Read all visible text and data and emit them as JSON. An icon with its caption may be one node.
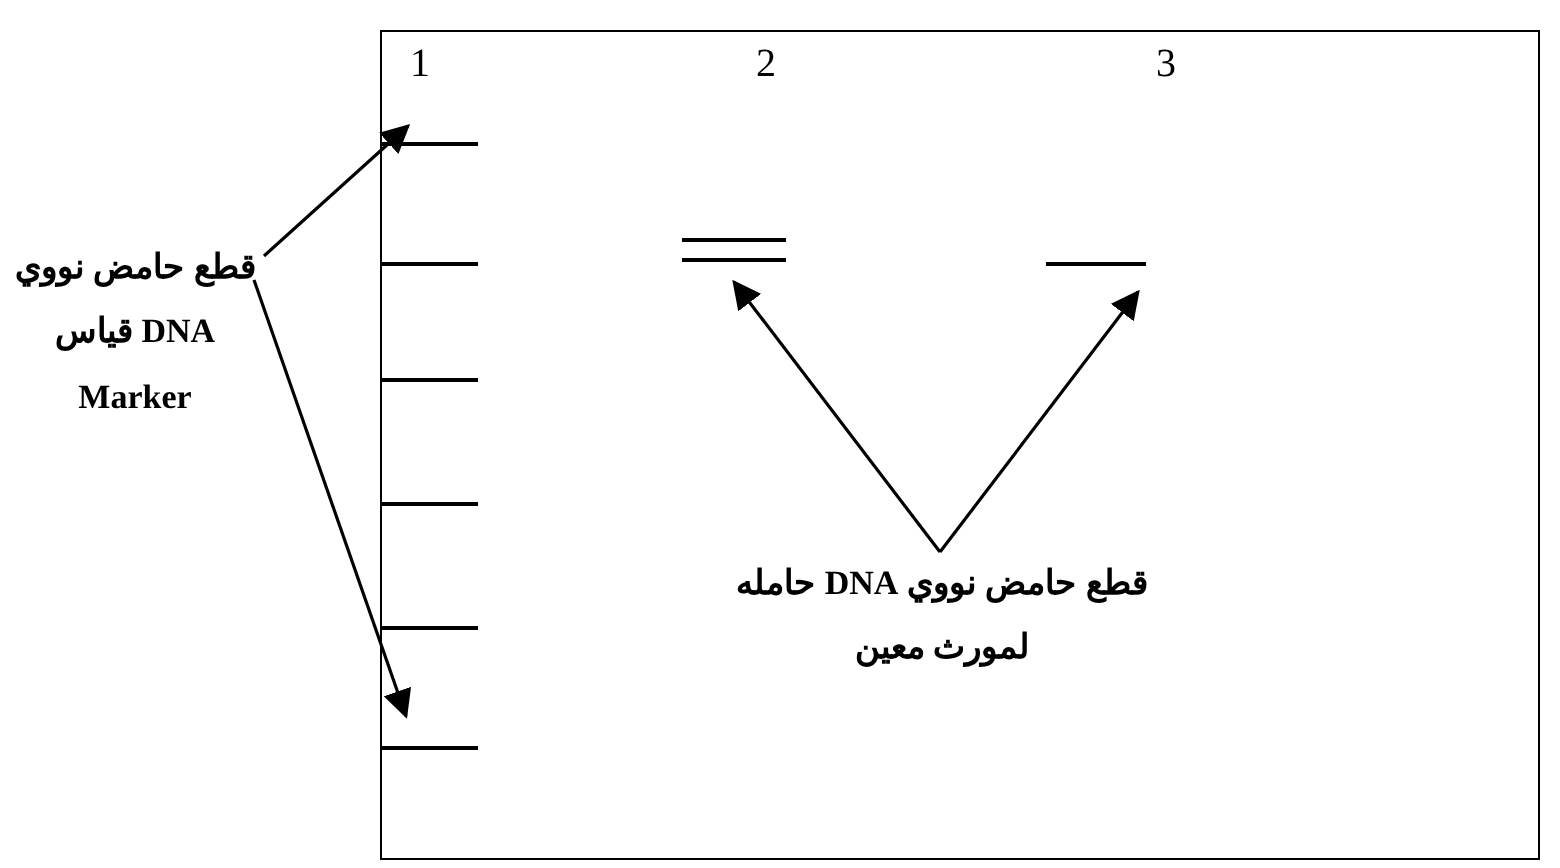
{
  "diagram": {
    "nodes": [
      {
        "text": [],
        "shape": "box"
      },
      {
        "text": [
          "قطع حامض نووي DNA قياس Marker"
        ]
      },
      {
        "text": [],
        "shape": "bar",
        "in": 0
      },
      {
        "text": [],
        "shape": "bar",
        "in": 0
      },
      {
        "text": [],
        "shape": "bar",
        "in": 0
      },
      {
        "text": [],
        "shape": "bar",
        "in": 0
      },
      {
        "text": [],
        "shape": "bar",
        "in": 0
      },
      {
        "text": [],
        "shape": "bar",
        "in": 0
      },
      {
        "text": [],
        "shape": "bar",
        "in": 0
      },
      {
        "text": [],
        "shape": "bar",
        "in": 0
      },
      {
        "text": [
          "قطع حامض نووي DNA حامله لمورث معين"
        ],
        "in": 0
      }
    ],
    "edges": [
      {
        "from": 1,
        "to": 2,
        "arrow": "to"
      },
      {
        "from": 1,
        "to": 7,
        "arrow": "to"
      },
      {
        "from": 10,
        "to": 8,
        "arrow": "to"
      },
      {
        "from": 10,
        "to": 9,
        "arrow": "to"
      }
    ],
    "labels": [
      "1",
      "2",
      "3"
    ]
  }
}
